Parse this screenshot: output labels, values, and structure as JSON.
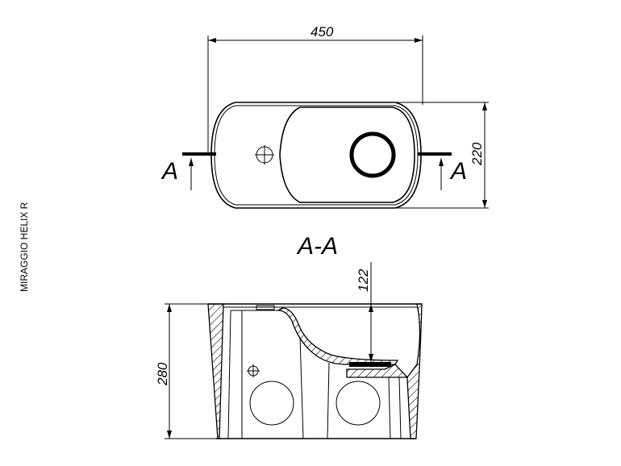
{
  "model_label": "MIRAGGIO HELIX R",
  "dimensions": {
    "width": "450",
    "depth": "220",
    "height": "280",
    "bowl_depth": "122"
  },
  "section": {
    "title": "A-A",
    "marker_left": "A",
    "marker_right": "A"
  }
}
